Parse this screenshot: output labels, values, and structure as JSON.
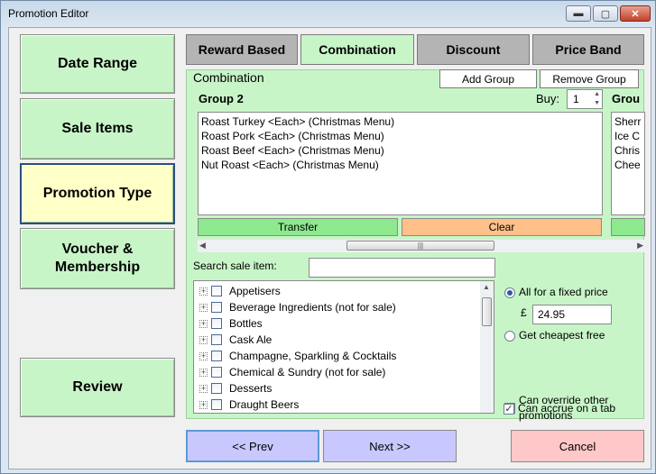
{
  "window": {
    "title": "Promotion Editor",
    "min": "▬",
    "max": "▢",
    "close": "✕"
  },
  "nav": {
    "date_range": "Date Range",
    "sale_items": "Sale Items",
    "promotion_type": "Promotion Type",
    "voucher_line1": "Voucher &",
    "voucher_line2": "Membership",
    "review": "Review"
  },
  "tabs": {
    "reward": "Reward Based",
    "combination": "Combination",
    "discount": "Discount",
    "price_band": "Price Band"
  },
  "panel": {
    "title": "Combination",
    "add_group": "Add Group",
    "remove_group": "Remove Group",
    "group2": {
      "label": "Group 2",
      "buy_label": "Buy:",
      "buy_value": "1",
      "items": [
        "Roast Turkey <Each> (Christmas Menu)",
        "Roast Pork <Each> (Christmas Menu)",
        "Roast Beef <Each> (Christmas Menu)",
        "Nut Roast <Each> (Christmas Menu)"
      ]
    },
    "group3": {
      "label": "Grou",
      "items": [
        "Sherr",
        "Ice C",
        "Chris",
        "Chee"
      ]
    },
    "transfer": "Transfer",
    "clear": "Clear",
    "scroll_grip": "|||",
    "search_label": "Search sale item:",
    "search_value": "",
    "tree": [
      "Appetisers",
      "Beverage Ingredients (not for sale)",
      "Bottles",
      "Cask Ale",
      "Champagne, Sparkling & Cocktails",
      "Chemical & Sundry (not for sale)",
      "Desserts",
      "Draught Beers"
    ],
    "option_fixed": "All for a fixed price",
    "currency": "£",
    "fixed_price": "24.95",
    "option_cheapest": "Get cheapest free",
    "override_line1": "Can override other",
    "override_line2": "promotions",
    "accrue": "Can accrue on a tab"
  },
  "footer": {
    "prev": "<< Prev",
    "next": "Next >>",
    "cancel": "Cancel"
  },
  "colors": {
    "green_panel": "#c8f5c8",
    "active_nav": "#ffffc8",
    "prev_next": "#c8c8ff",
    "cancel": "#ffc8c8"
  }
}
